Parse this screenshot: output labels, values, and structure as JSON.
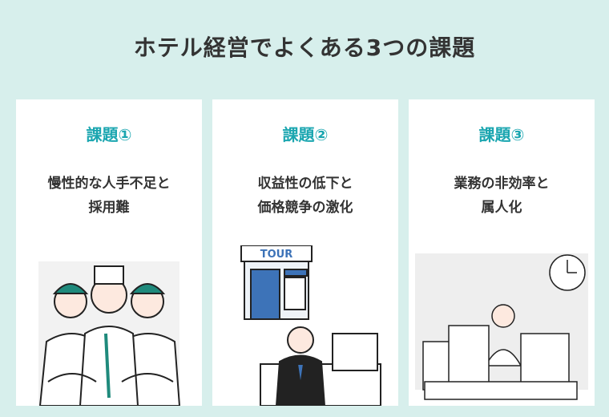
{
  "title": "ホテル経営でよくある3つの課題",
  "cards": [
    {
      "label": "課題①",
      "lines": [
        "慢性的な人手不足と",
        "採用難"
      ]
    },
    {
      "label": "課題②",
      "lines": [
        "収益性の低下と",
        "価格競争の激化"
      ]
    },
    {
      "label": "課題③",
      "lines": [
        "業務の非効率と",
        "属人化"
      ]
    }
  ],
  "illustration_sign": "TOUR",
  "colors": {
    "accent": "#1ba6b0",
    "background": "#d7efec"
  }
}
